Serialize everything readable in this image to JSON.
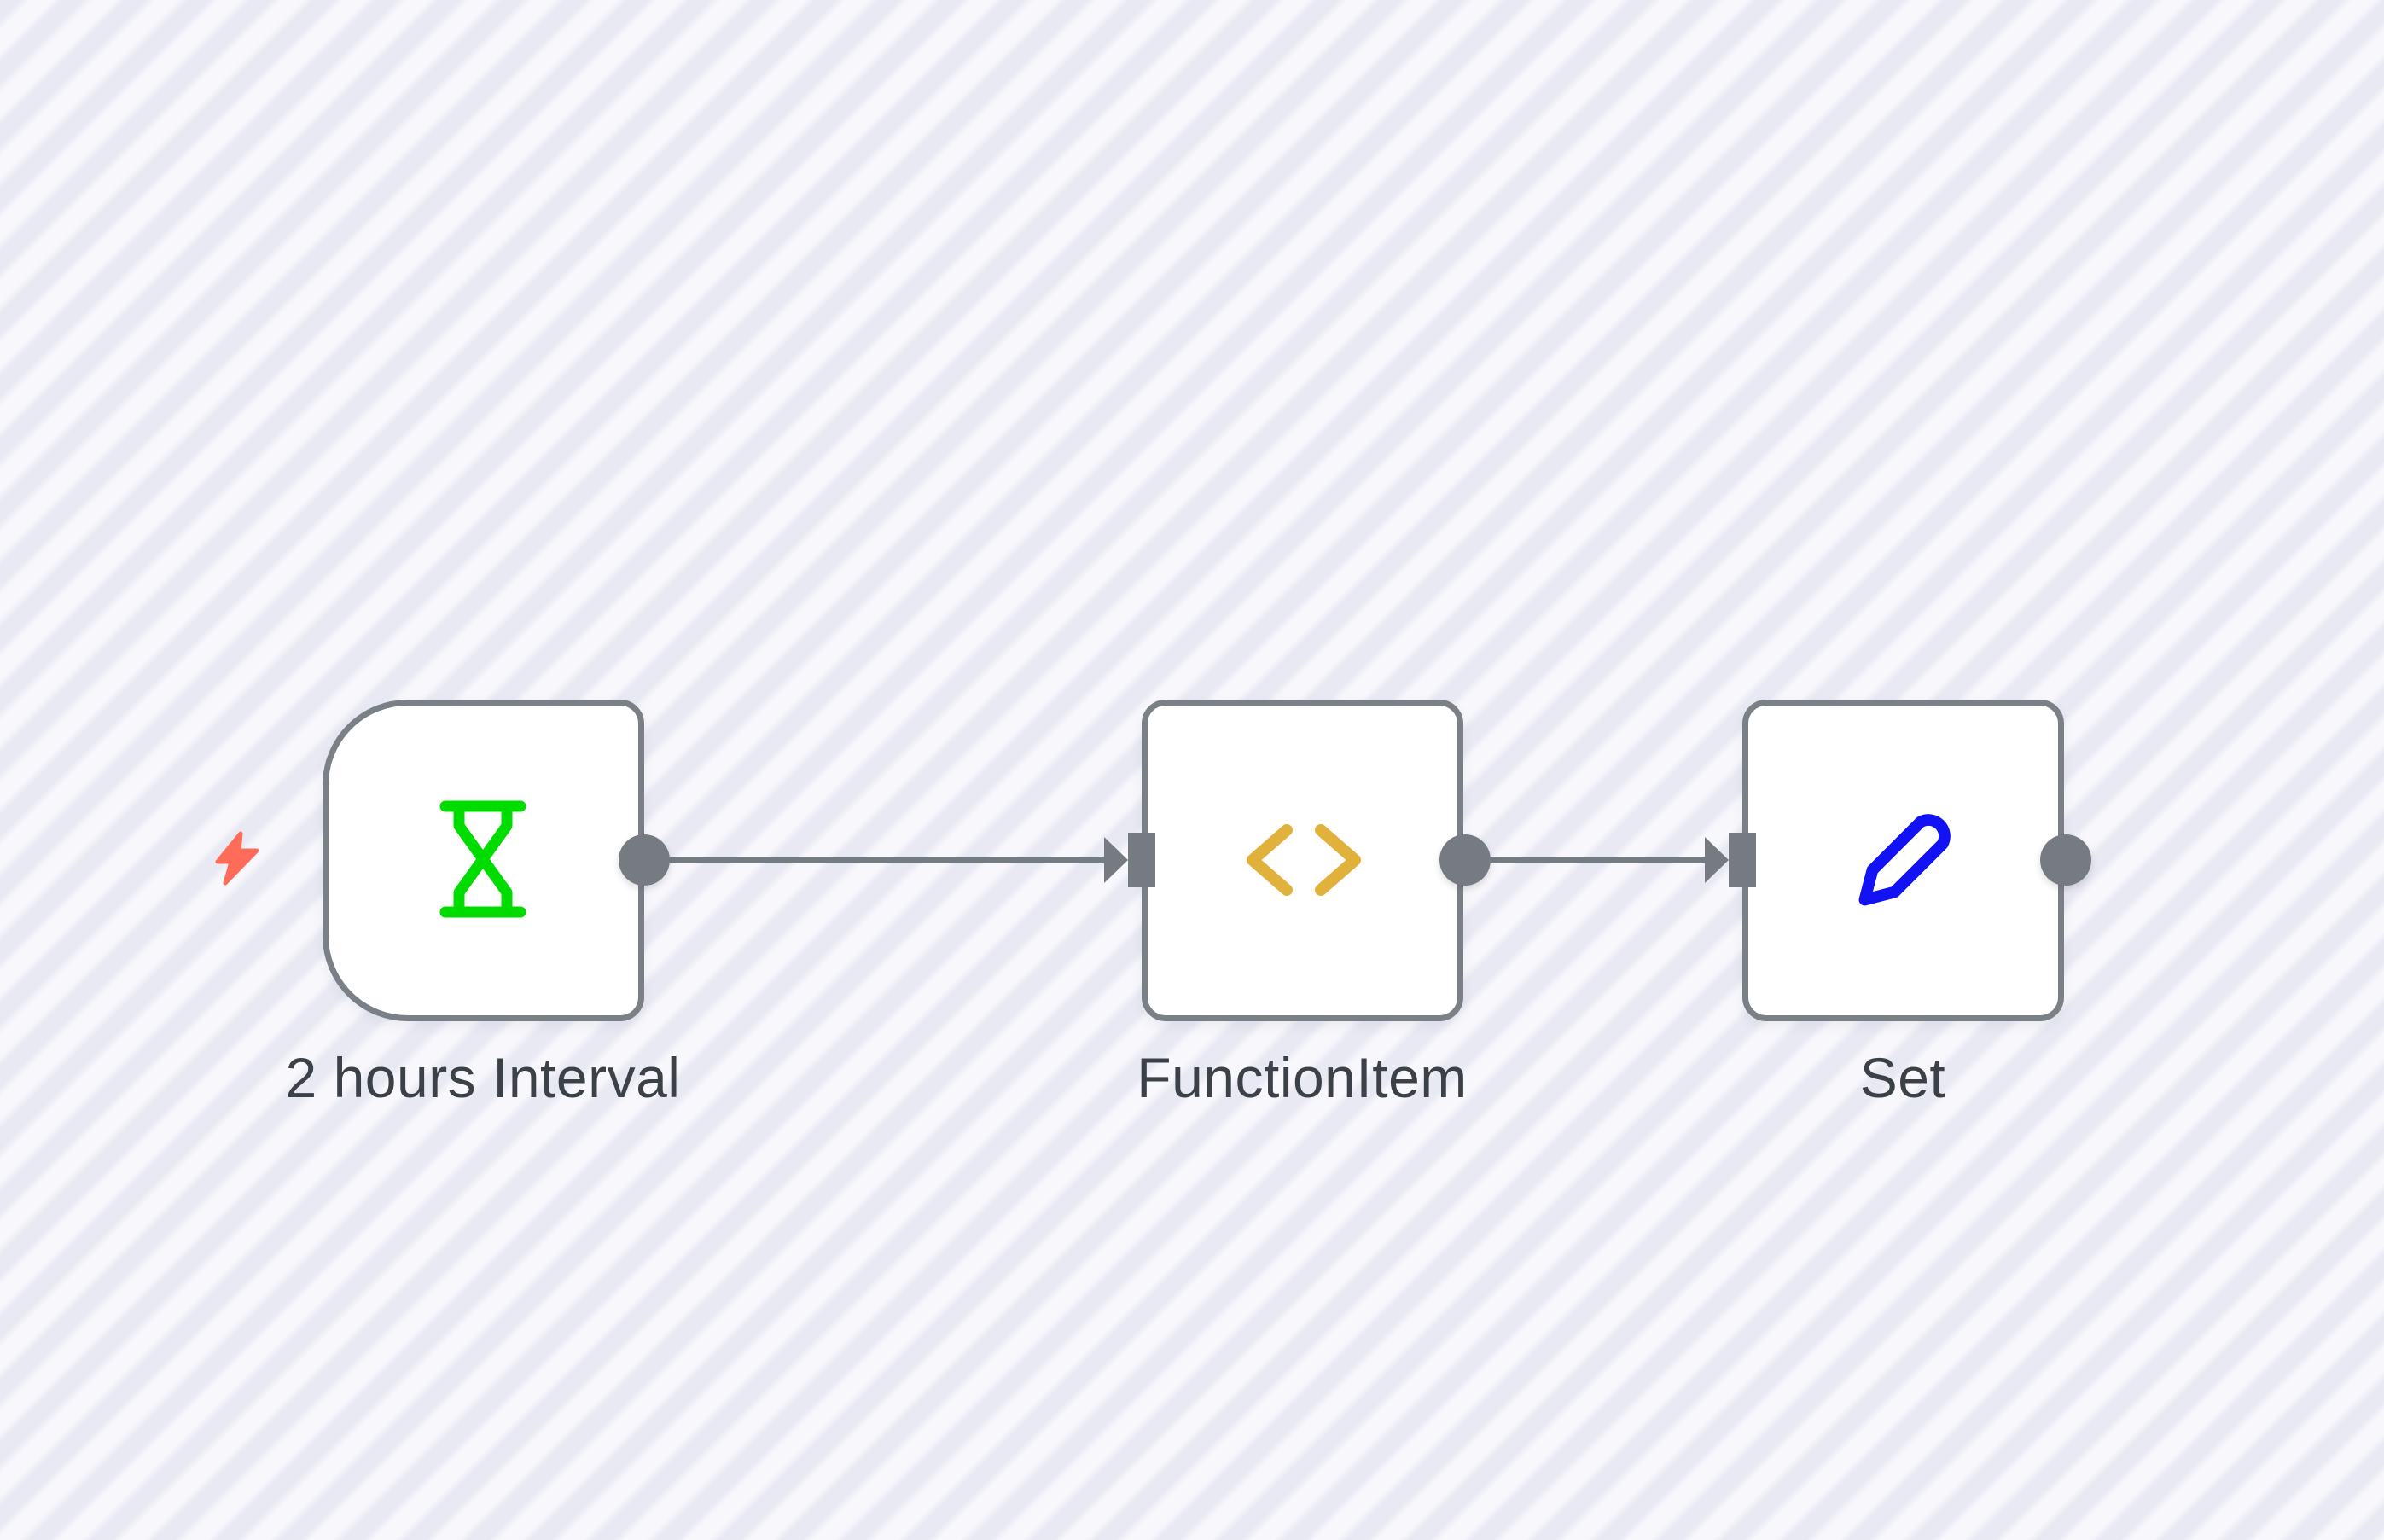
{
  "workflow": {
    "nodes": [
      {
        "name": "2 hours Interval",
        "node_type": "Interval trigger",
        "shape": "rounded-left-trigger",
        "icon": "hourglass-icon",
        "icon_color": "#00db00",
        "has_input_port": false,
        "has_output_port": true
      },
      {
        "name": "FunctionItem",
        "node_type": "FunctionItem",
        "shape": "rounded-square",
        "icon": "code-chevrons-icon",
        "icon_color": "#e0b23c",
        "has_input_port": true,
        "has_output_port": true
      },
      {
        "name": "Set",
        "node_type": "Set",
        "shape": "rounded-square",
        "icon": "pencil-icon",
        "icon_color": "#1212f5",
        "has_input_port": true,
        "has_output_port": true
      }
    ],
    "connections": [
      {
        "from": "2 hours Interval",
        "to": "FunctionItem"
      },
      {
        "from": "FunctionItem",
        "to": "Set"
      }
    ],
    "trigger_indicator": {
      "icon": "lightning-bolt-icon",
      "color": "#ff6d5a"
    }
  },
  "theme": {
    "stripe_dark": "#e9e9f3",
    "stripe_light": "#f8f8fc",
    "node_background": "#ffffff",
    "node_border": "#7b8087",
    "connector_gray": "#767b82",
    "label_color": "#3c4147"
  }
}
